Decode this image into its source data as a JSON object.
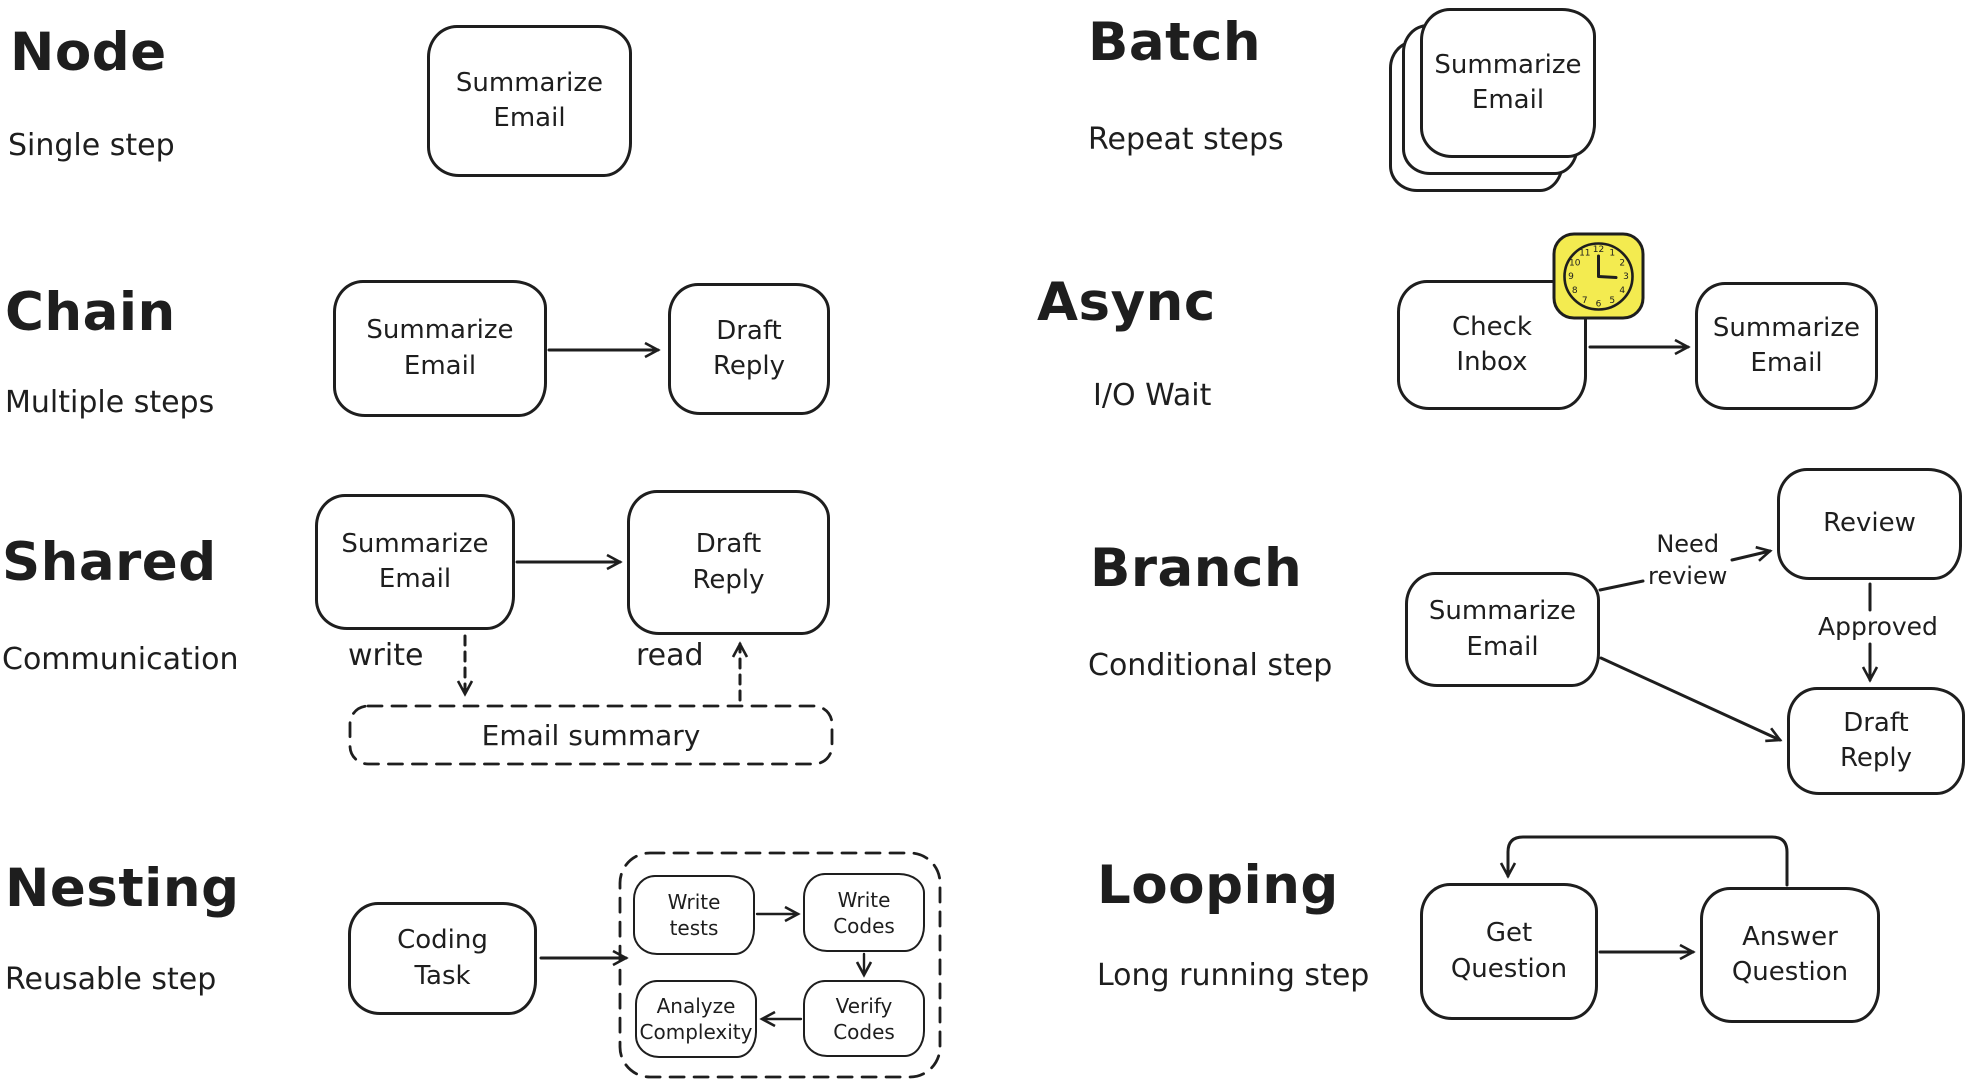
{
  "colors": {
    "ink": "#1e1e1e",
    "background": "#ffffff",
    "clock_fill": "#f3eb50"
  },
  "sections": {
    "node": {
      "title": "Node",
      "subtitle": "Single step",
      "boxes": {
        "summarize_email": "Summarize\nEmail"
      }
    },
    "chain": {
      "title": "Chain",
      "subtitle": "Multiple steps",
      "boxes": {
        "summarize_email": "Summarize\nEmail",
        "draft_reply": "Draft\nReply"
      }
    },
    "shared": {
      "title": "Shared",
      "subtitle": "Communication",
      "boxes": {
        "summarize_email": "Summarize\nEmail",
        "draft_reply": "Draft\nReply",
        "email_summary": "Email summary"
      },
      "labels": {
        "write": "write",
        "read": "read"
      }
    },
    "nesting": {
      "title": "Nesting",
      "subtitle": "Reusable step",
      "boxes": {
        "coding_task": "Coding\nTask",
        "write_tests": "Write\ntests",
        "write_codes": "Write\nCodes",
        "analyze_complexity": "Analyze\nComplexity",
        "verify_codes": "Verify\nCodes"
      }
    },
    "batch": {
      "title": "Batch",
      "subtitle": "Repeat steps",
      "boxes": {
        "summarize_email": "Summarize\nEmail"
      }
    },
    "async": {
      "title": "Async",
      "subtitle": "I/O Wait",
      "boxes": {
        "check_inbox": "Check\nInbox",
        "summarize_email": "Summarize\nEmail"
      },
      "clock_numbers": [
        "12",
        "1",
        "2",
        "3",
        "4",
        "5",
        "6",
        "7",
        "8",
        "9",
        "10",
        "11"
      ]
    },
    "branch": {
      "title": "Branch",
      "subtitle": "Conditional step",
      "boxes": {
        "summarize_email": "Summarize\nEmail",
        "review": "Review",
        "draft_reply": "Draft\nReply"
      },
      "labels": {
        "need_review": "Need\nreview",
        "approved": "Approved"
      }
    },
    "looping": {
      "title": "Looping",
      "subtitle": "Long running step",
      "boxes": {
        "get_question": "Get\nQuestion",
        "answer_question": "Answer\nQuestion"
      }
    }
  }
}
